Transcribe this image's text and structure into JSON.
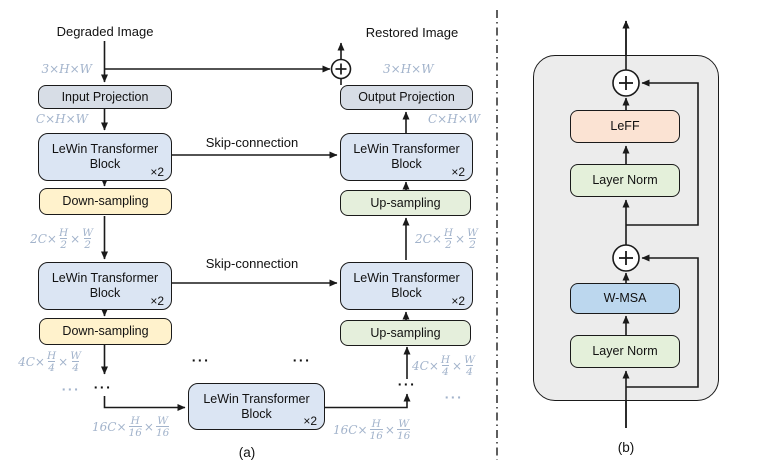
{
  "panel_a": {
    "caption": "(a)",
    "input_label": "Degraded Image",
    "output_label": "Restored Image",
    "boxes": {
      "input_projection": "Input Projection",
      "output_projection": "Output Projection",
      "lewin_block_line1": "LeWin Transformer",
      "lewin_block_line2": "Block",
      "repeat": "×2",
      "down_sampling": "Down-sampling",
      "up_sampling": "Up-sampling"
    },
    "skip_connection_label": "Skip-connection",
    "ellipsis": "···",
    "dims": {
      "in3": "3×H×W",
      "c": "C×H×W",
      "d2": {
        "prefix": "2C×",
        "f1n": "H",
        "f1d": "2",
        "times": "×",
        "f2n": "W",
        "f2d": "2"
      },
      "d4": {
        "prefix": "4C×",
        "f1n": "H",
        "f1d": "4",
        "times": "×",
        "f2n": "W",
        "f2d": "4"
      },
      "d16": {
        "prefix": "16C×",
        "f1n": "H",
        "f1d": "16",
        "times": "×",
        "f2n": "W",
        "f2d": "16"
      }
    }
  },
  "panel_b": {
    "caption": "(b)",
    "boxes": {
      "leff": "LeFF",
      "layer_norm": "Layer Norm",
      "wmsa": "W-MSA"
    }
  },
  "colors": {
    "projection_fill": "#d7dde6",
    "lewin_fill": "#dbe5f3",
    "down_sampling_fill": "#fff2cc",
    "up_sampling_fill": "#e5efdc",
    "leff_fill": "#fbe3d3",
    "layer_norm_fill": "#e4f0da",
    "wmsa_fill": "#bcd7ee",
    "block_container_fill": "#ececec",
    "dim_label_color": "#a2b3cb",
    "line_color": "#1a1a1a"
  }
}
